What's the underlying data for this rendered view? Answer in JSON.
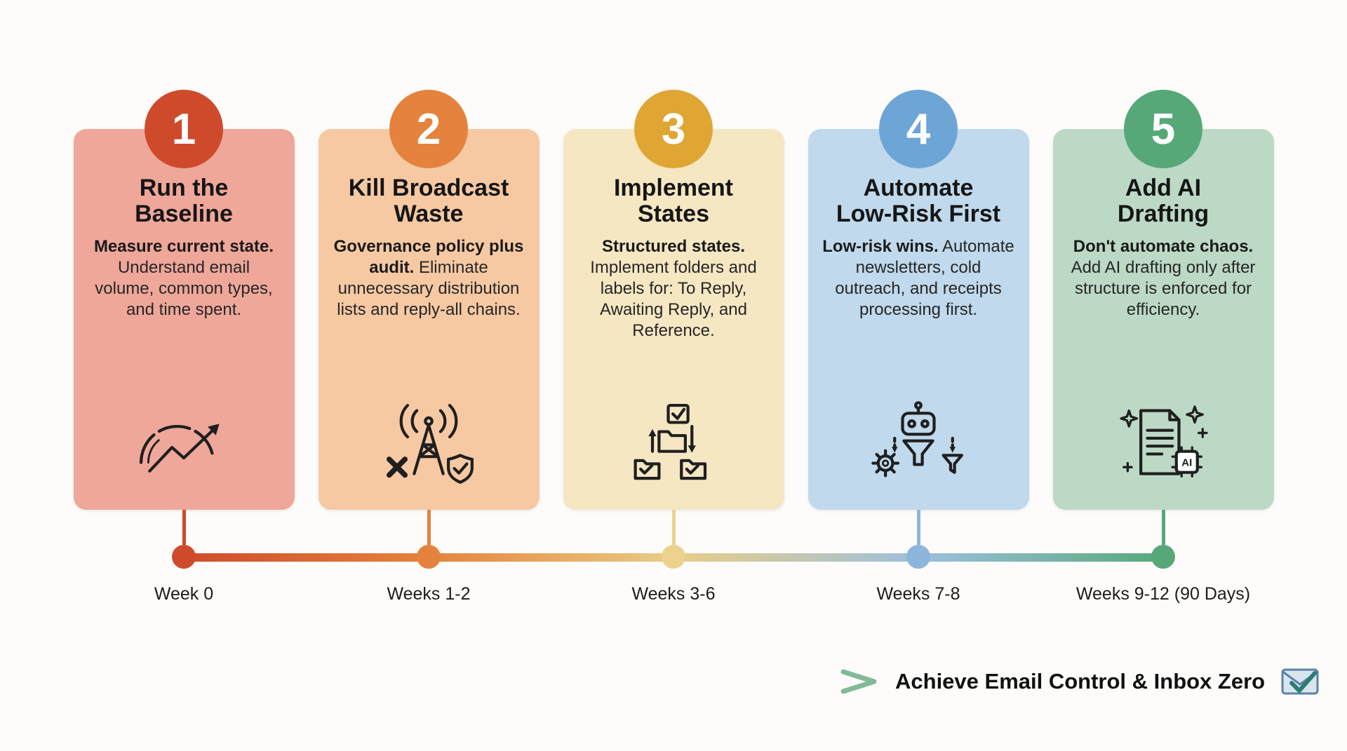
{
  "page": {
    "background": "#fdfcfa"
  },
  "cards": [
    {
      "number": "1",
      "title": "Run the\nBaseline",
      "lead": "Measure current state.",
      "body": "Understand email volume, common types, and time spent.",
      "week": "Week 0",
      "accent": "#cf4a2b",
      "bg": "#efa79a",
      "dot": "#cf4a2b",
      "icon": "gauge-growth-icon"
    },
    {
      "number": "2",
      "title": "Kill Broadcast\nWaste",
      "lead": "Governance policy plus audit.",
      "body": "Eliminate unnecessary distribution lists and reply-all chains.",
      "week": "Weeks 1-2",
      "accent": "#e5823d",
      "bg": "#f6c9a3",
      "dot": "#e5823d",
      "icon": "broadcast-tower-icon"
    },
    {
      "number": "3",
      "title": "Implement\nStates",
      "lead": "Structured states.",
      "body": "Implement folders and labels for: To Reply, Awaiting Reply, and Reference.",
      "week": "Weeks 3-6",
      "accent": "#dfa634",
      "bg": "#f6e7c3",
      "dot": "#ecd28d",
      "icon": "folders-workflow-icon"
    },
    {
      "number": "4",
      "title": "Automate\nLow-Risk First",
      "lead": "Low-risk wins.",
      "body": "Automate newsletters, cold outreach, and receipts processing first.",
      "week": "Weeks 7-8",
      "accent": "#6da5d7",
      "bg": "#c0d9ec",
      "dot": "#8cb6dc",
      "icon": "robot-automation-icon"
    },
    {
      "number": "5",
      "title": "Add AI\nDrafting",
      "lead": "Don't automate chaos.",
      "body": "Add AI drafting only after structure is enforced for efficiency.",
      "week": "Weeks 9-12 (90 Days)",
      "accent": "#56a878",
      "bg": "#bcd9c5",
      "dot": "#56a878",
      "icon": "ai-drafting-icon",
      "chip_label": "AI"
    }
  ],
  "timeline": {
    "gradient": [
      "#cf4a2b",
      "#e5823d",
      "#e9cd86",
      "#9cc0dd",
      "#56a878"
    ]
  },
  "footer": {
    "label": "Achieve Email Control & Inbox Zero",
    "icon": "inbox-check-icon"
  }
}
